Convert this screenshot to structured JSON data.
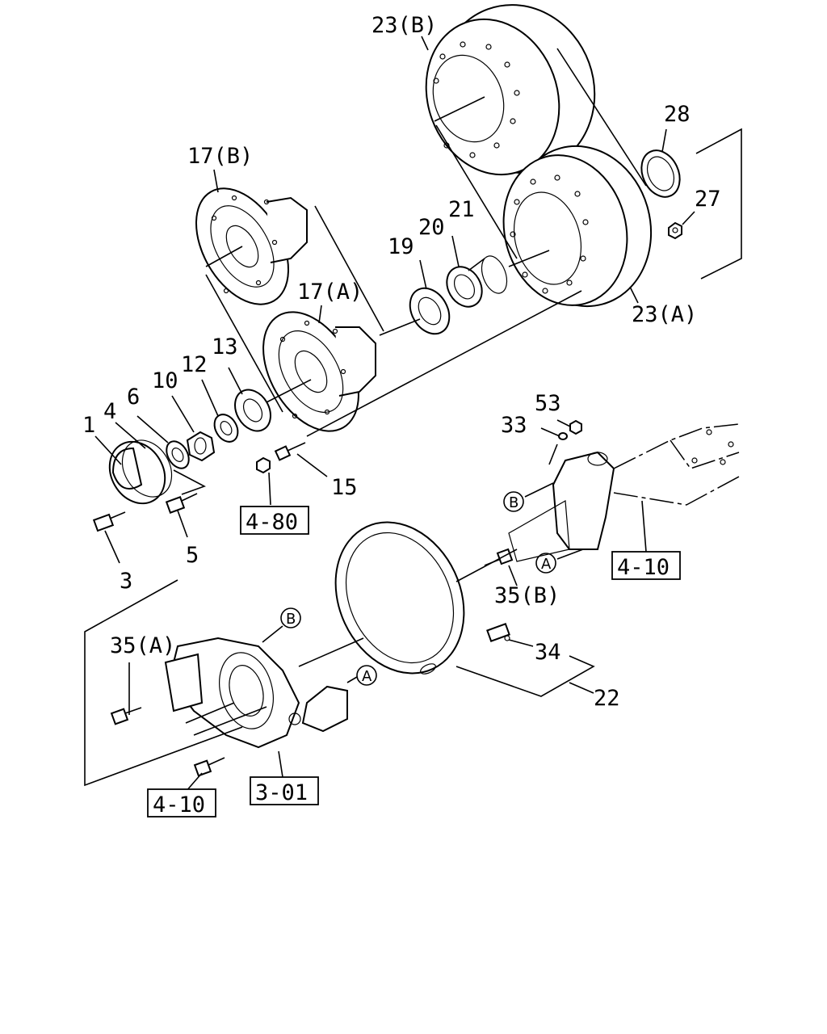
{
  "callouts": {
    "c1": "1",
    "c4": "4",
    "c6": "6",
    "c10": "10",
    "c12": "12",
    "c13": "13",
    "c3": "3",
    "c5": "5",
    "c15": "15",
    "c17a": "17(A)",
    "c17b": "17(B)",
    "c19": "19",
    "c20": "20",
    "c21": "21",
    "c23a": "23(A)",
    "c23b": "23(B)",
    "c27": "27",
    "c28": "28",
    "c33": "33",
    "c53": "53",
    "c35a": "35(A)",
    "c35b": "35(B)",
    "c34": "34",
    "c22": "22"
  },
  "refs": {
    "r480": "4-80",
    "r410_right": "4-10",
    "r410_left": "4-10",
    "r301": "3-01"
  },
  "markers": {
    "a": "A",
    "b": "B"
  }
}
